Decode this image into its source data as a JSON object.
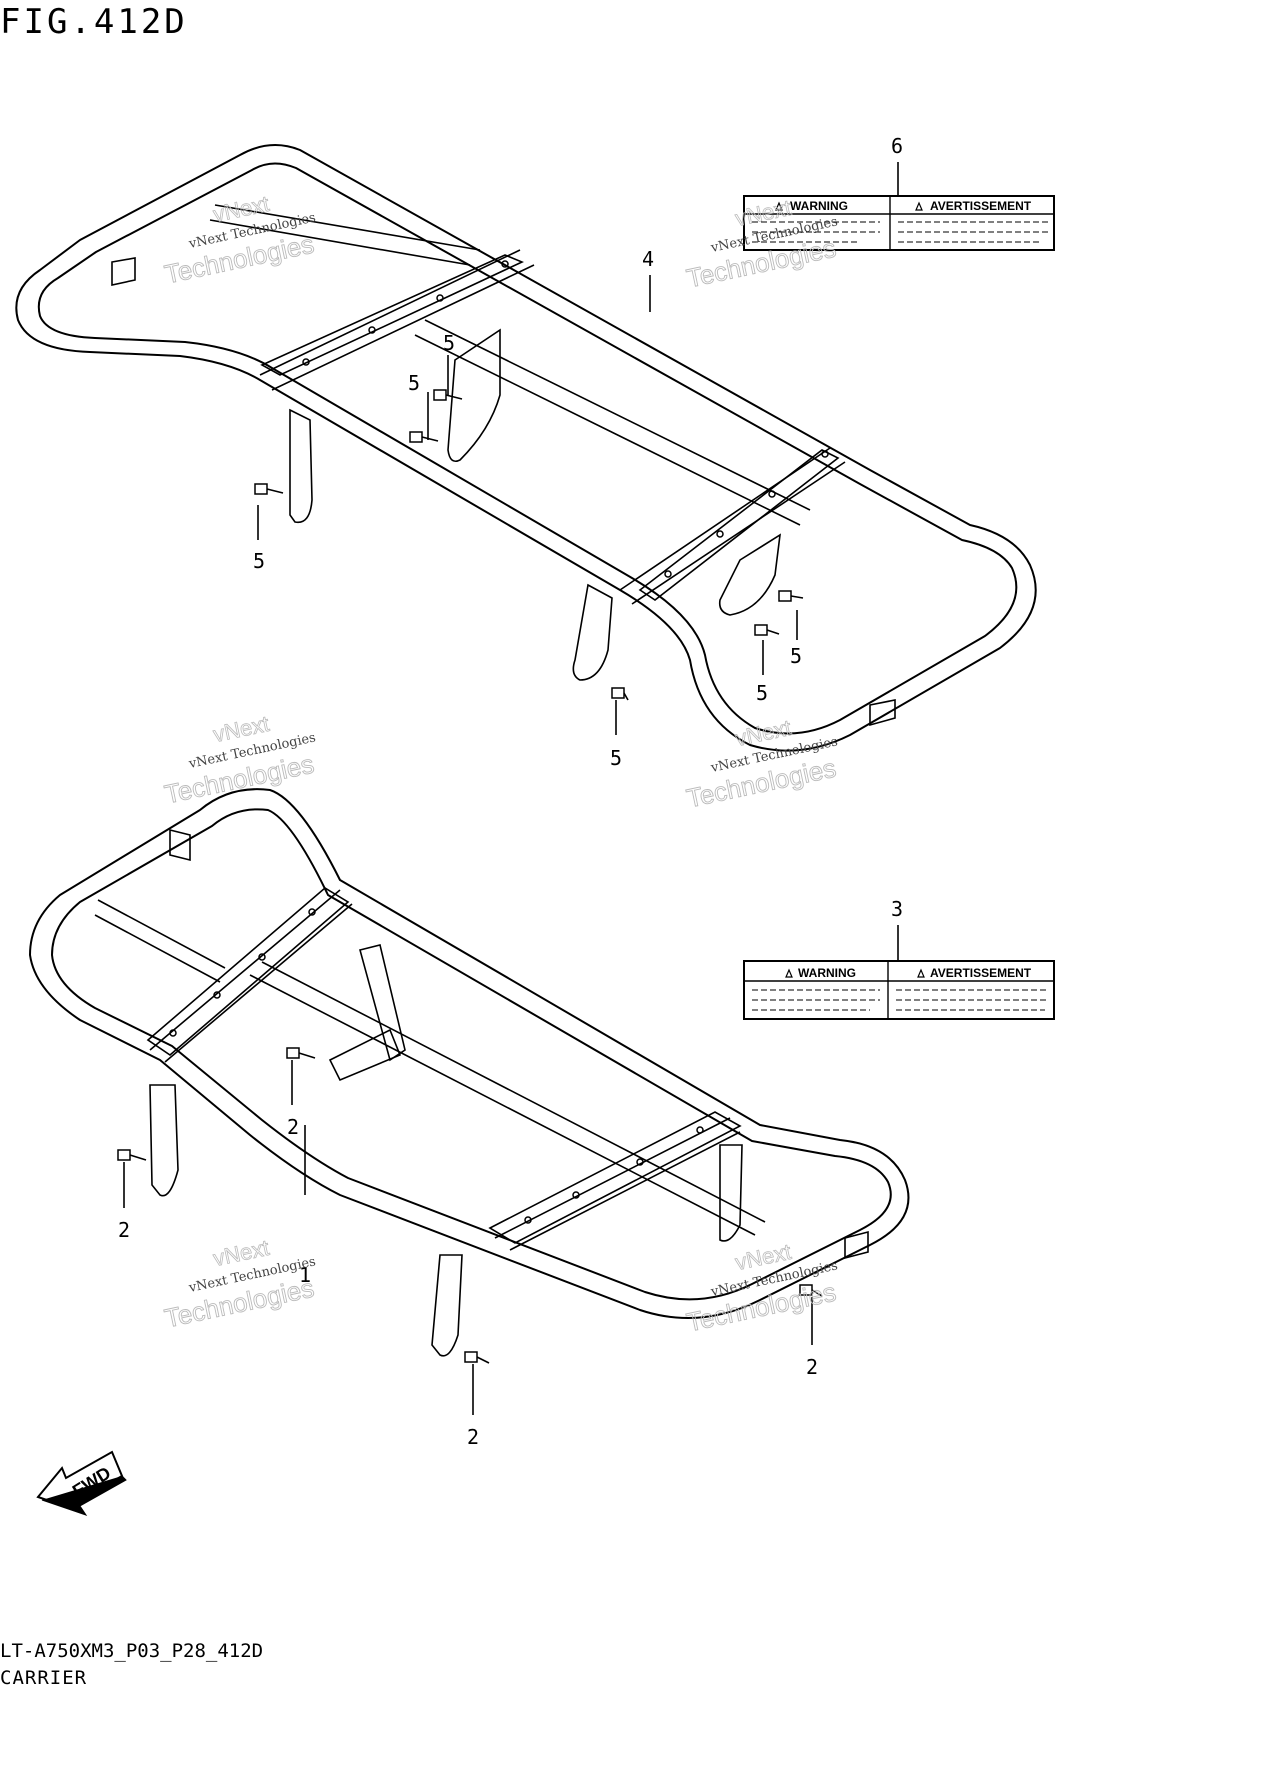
{
  "figure": {
    "title": "FIG.412D",
    "code": "LT-A750XM3_P03_P28_412D",
    "name": "CARRIER"
  },
  "callouts": [
    {
      "id": "c6",
      "text": "6"
    },
    {
      "id": "c4",
      "text": "4"
    },
    {
      "id": "c5a",
      "text": "5"
    },
    {
      "id": "c5b",
      "text": "5"
    },
    {
      "id": "c5c",
      "text": "5"
    },
    {
      "id": "c5d",
      "text": "5"
    },
    {
      "id": "c5e",
      "text": "5"
    },
    {
      "id": "c5f",
      "text": "5"
    },
    {
      "id": "c3",
      "text": "3"
    },
    {
      "id": "c1",
      "text": "1"
    },
    {
      "id": "c2a",
      "text": "2"
    },
    {
      "id": "c2b",
      "text": "2"
    },
    {
      "id": "c2c",
      "text": "2"
    },
    {
      "id": "c2d",
      "text": "2"
    }
  ],
  "warning_label": {
    "left_heading": "WARNING",
    "right_heading": "AVERTISSEMENT"
  },
  "fwd_arrow": "FWD",
  "watermark": {
    "line1": "vNext",
    "line2": "vNext Technologies",
    "line3": "Technologies"
  },
  "colors": {
    "ink": "#000000",
    "background": "#ffffff",
    "watermark": "#bbbbbb"
  }
}
